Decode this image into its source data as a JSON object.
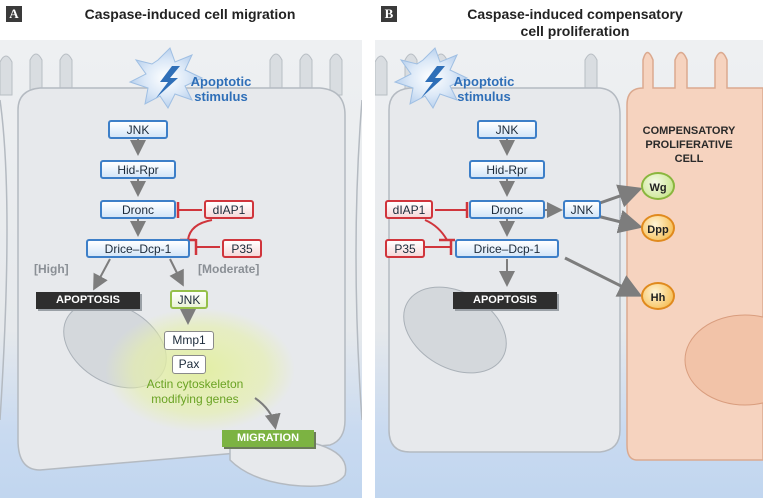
{
  "panel_a": {
    "letter": "A",
    "title": "Caspase-induced cell migration",
    "stimulus": "Apoptotic\nstimulus",
    "nodes": {
      "jnk_top": "JNK",
      "hid_rpr": "Hid-Rpr",
      "dronc": "Dronc",
      "diap1": "dIAP1",
      "drice": "Drice–Dcp-1",
      "p35": "P35",
      "jnk_lower": "JNK",
      "mmp1": "Mmp1",
      "pax": "Pax"
    },
    "high_label": "[High]",
    "moderate_label": "[Moderate]",
    "apoptosis_label": "APOPTOSIS",
    "actin_text": "Actin cytoskeleton\nmodifying genes",
    "migration_label": "MIGRATION"
  },
  "panel_b": {
    "letter": "B",
    "title": "Caspase-induced compensatory\ncell proliferation",
    "stimulus": "Apoptotic\nstimulus",
    "nodes": {
      "jnk_top": "JNK",
      "hid_rpr": "Hid-Rpr",
      "dronc": "Dronc",
      "diap1": "dIAP1",
      "jnk_side": "JNK",
      "p35": "P35",
      "drice": "Drice–Dcp-1"
    },
    "apoptosis_label": "APOPTOSIS",
    "cell_title": "COMPENSATORY\nPROLIFERATIVE\nCELL",
    "signals": {
      "wg": "Wg",
      "dpp": "Dpp",
      "hh": "Hh"
    }
  },
  "colors": {
    "activation_arrow": "#7d7d7d",
    "inhibition": "#d0353c",
    "caspase_node": "#3d7fc8",
    "inhibitor_node": "#d0353c",
    "jnk_pathway_node": "#95c04a",
    "proliferative_cell": "#f6d3bf"
  }
}
